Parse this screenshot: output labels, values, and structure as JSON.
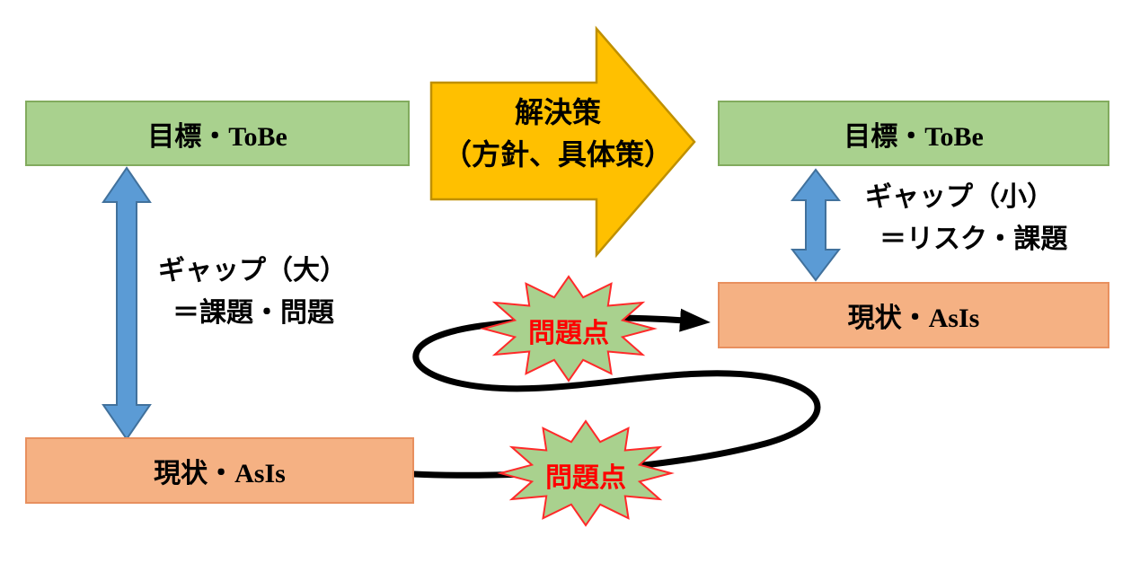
{
  "diagram": {
    "left": {
      "tobe_label": "目標・ToBe",
      "asis_label": "現状・AsIs",
      "gap_line1": "ギャップ（大）",
      "gap_line2": "＝課題・問題"
    },
    "right": {
      "tobe_label": "目標・ToBe",
      "asis_label": "現状・AsIs",
      "gap_line1": "ギャップ（小）",
      "gap_line2": "＝リスク・課題"
    },
    "solution_arrow": {
      "line1": "解決策",
      "line2": "（方針、具体策）"
    },
    "problem_badges": [
      {
        "label": "問題点"
      },
      {
        "label": "問題点"
      }
    ],
    "colors": {
      "green_fill": "#a9d18e",
      "green_border": "#82ab5e",
      "orange_fill": "#f5b183",
      "orange_border": "#e8905f",
      "blue_arrow": "#5b9bd5",
      "blue_arrow_border": "#41719c",
      "solution_fill": "#ffc000",
      "solution_border": "#bf9000",
      "burst_fill": "#a9d18e",
      "burst_border": "#ff2a2a",
      "problem_text": "#ff0000",
      "curve_color": "#000000"
    }
  }
}
